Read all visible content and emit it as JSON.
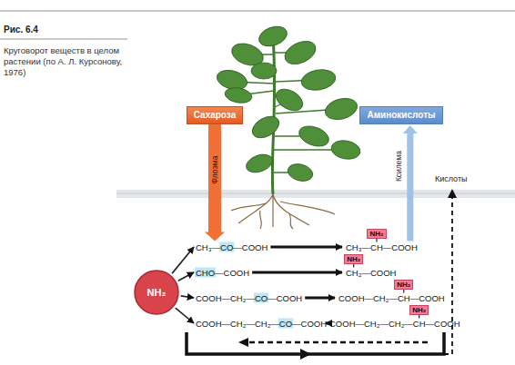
{
  "diagram": {
    "title": "Рис. 6.4",
    "caption": "Круговорот веществ в целом растении (по А. Л. Курсонову, 1976)",
    "nodes": [
      {
        "text": [
          "Сахароза"
        ]
      },
      {
        "text": [
          "Аминокислоты"
        ]
      },
      {
        "text": [
          "NH₂"
        ]
      },
      {
        "text": [
          "CH₃—CO—COOH"
        ]
      },
      {
        "text": [
          "CHO—COOH"
        ]
      },
      {
        "text": [
          "COOH—CH₂—CO—COOH"
        ]
      },
      {
        "text": [
          "COOH—CH₂—CH₂—CO—COOH"
        ]
      },
      {
        "text": [
          "NH₂"
        ]
      },
      {
        "text": [
          "CH₃—CH—COOH"
        ]
      },
      {
        "text": [
          "NH₂"
        ]
      },
      {
        "text": [
          "CH₂—COOH"
        ]
      },
      {
        "text": [
          "NH₂"
        ]
      },
      {
        "text": [
          "COOH—CH₂—CH—COOH"
        ]
      },
      {
        "text": [
          "NH₂"
        ]
      },
      {
        "text": [
          "COOH—CH₂—CH₂—CH—COOH"
        ]
      }
    ],
    "edges": [
      {
        "from": 0,
        "to": 3,
        "arrow": "to",
        "label": "Флоэма"
      },
      {
        "from": 8,
        "to": 1,
        "arrow": "to",
        "label": "Ксилема"
      },
      {
        "from": 2,
        "to": 3,
        "arrow": "to"
      },
      {
        "from": 2,
        "to": 4,
        "arrow": "to"
      },
      {
        "from": 2,
        "to": 5,
        "arrow": "to"
      },
      {
        "from": 2,
        "to": 6,
        "arrow": "to"
      },
      {
        "from": 3,
        "to": 8,
        "arrow": "to"
      },
      {
        "from": 4,
        "to": 10,
        "arrow": "to"
      },
      {
        "from": 5,
        "to": 12,
        "arrow": "to"
      },
      {
        "from": 6,
        "to": 14,
        "arrow": "to"
      },
      {
        "from": 7,
        "to": 8,
        "arrow": "none"
      },
      {
        "from": 9,
        "to": 10,
        "arrow": "none"
      },
      {
        "from": 11,
        "to": 12,
        "arrow": "none"
      },
      {
        "from": 13,
        "to": 14,
        "arrow": "none"
      }
    ],
    "labels": [
      "Кислоты"
    ]
  }
}
